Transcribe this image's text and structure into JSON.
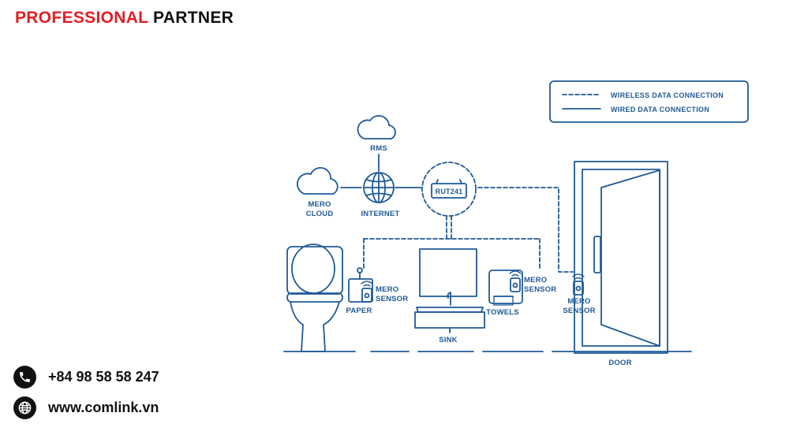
{
  "header": {
    "brand_word1": "PROFESSIONAL",
    "brand_word2": "PARTNER"
  },
  "legend": {
    "wireless_label": "WIRELESS DATA CONNECTION",
    "wired_label": "WIRED DATA CONNECTION"
  },
  "nodes": {
    "rms": "RMS",
    "mero_cloud_line1": "MERO",
    "mero_cloud_line2": "CLOUD",
    "internet": "INTERNET",
    "router": "RUT241",
    "sensor_line1": "MERO",
    "sensor_line2": "SENSOR",
    "paper": "PAPER",
    "towels": "TOWELS",
    "sink": "SINK",
    "door": "DOOR"
  },
  "contact": {
    "phone": "+84 98 58 58 247",
    "website": "www.comlink.vn"
  },
  "colors": {
    "brand_red": "#e31e24",
    "diagram_blue": "#1f5a96",
    "text_dark": "#111111"
  }
}
